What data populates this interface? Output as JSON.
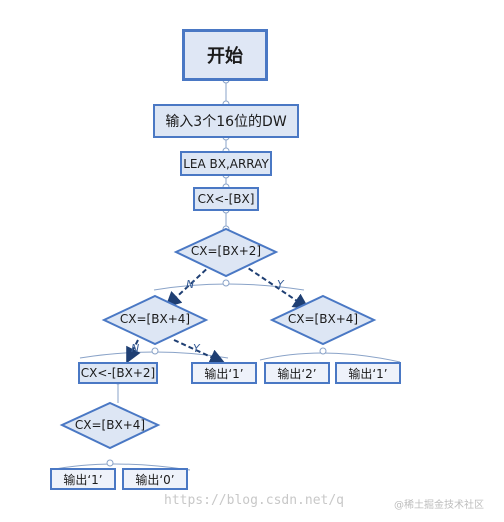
{
  "colors": {
    "box_fill": "#dde6f4",
    "box_border": "#4a78c4",
    "connector": "#8aa3c8",
    "dashed_arrow": "#1f3f73",
    "watermark": "#c8c8c8"
  },
  "nodes": {
    "start": "开始",
    "input": "输入3个16位的DW",
    "lea": "LEA BX,ARRAY",
    "load_cx": "CX<-[BX]",
    "cond_bx2": "CX=[BX+2]",
    "cond_bx4_left": "CX=[BX+4]",
    "cond_bx4_right": "CX=[BX+4]",
    "load_cx_bx2": "CX<-[BX+2]",
    "out_1_a": "输出‘1’",
    "out_2": "输出‘2’",
    "out_1_b": "输出‘1’",
    "cond_bx4_bottom": "CX=[BX+4]",
    "out_1_c": "输出‘1’",
    "out_0": "输出‘0’"
  },
  "edges": {
    "n1": "N",
    "y1": "Y",
    "n2": "N",
    "y2": "Y"
  },
  "watermark": {
    "url": "https://blog.csdn.net/q",
    "brand": "@稀土掘金技术社区"
  }
}
